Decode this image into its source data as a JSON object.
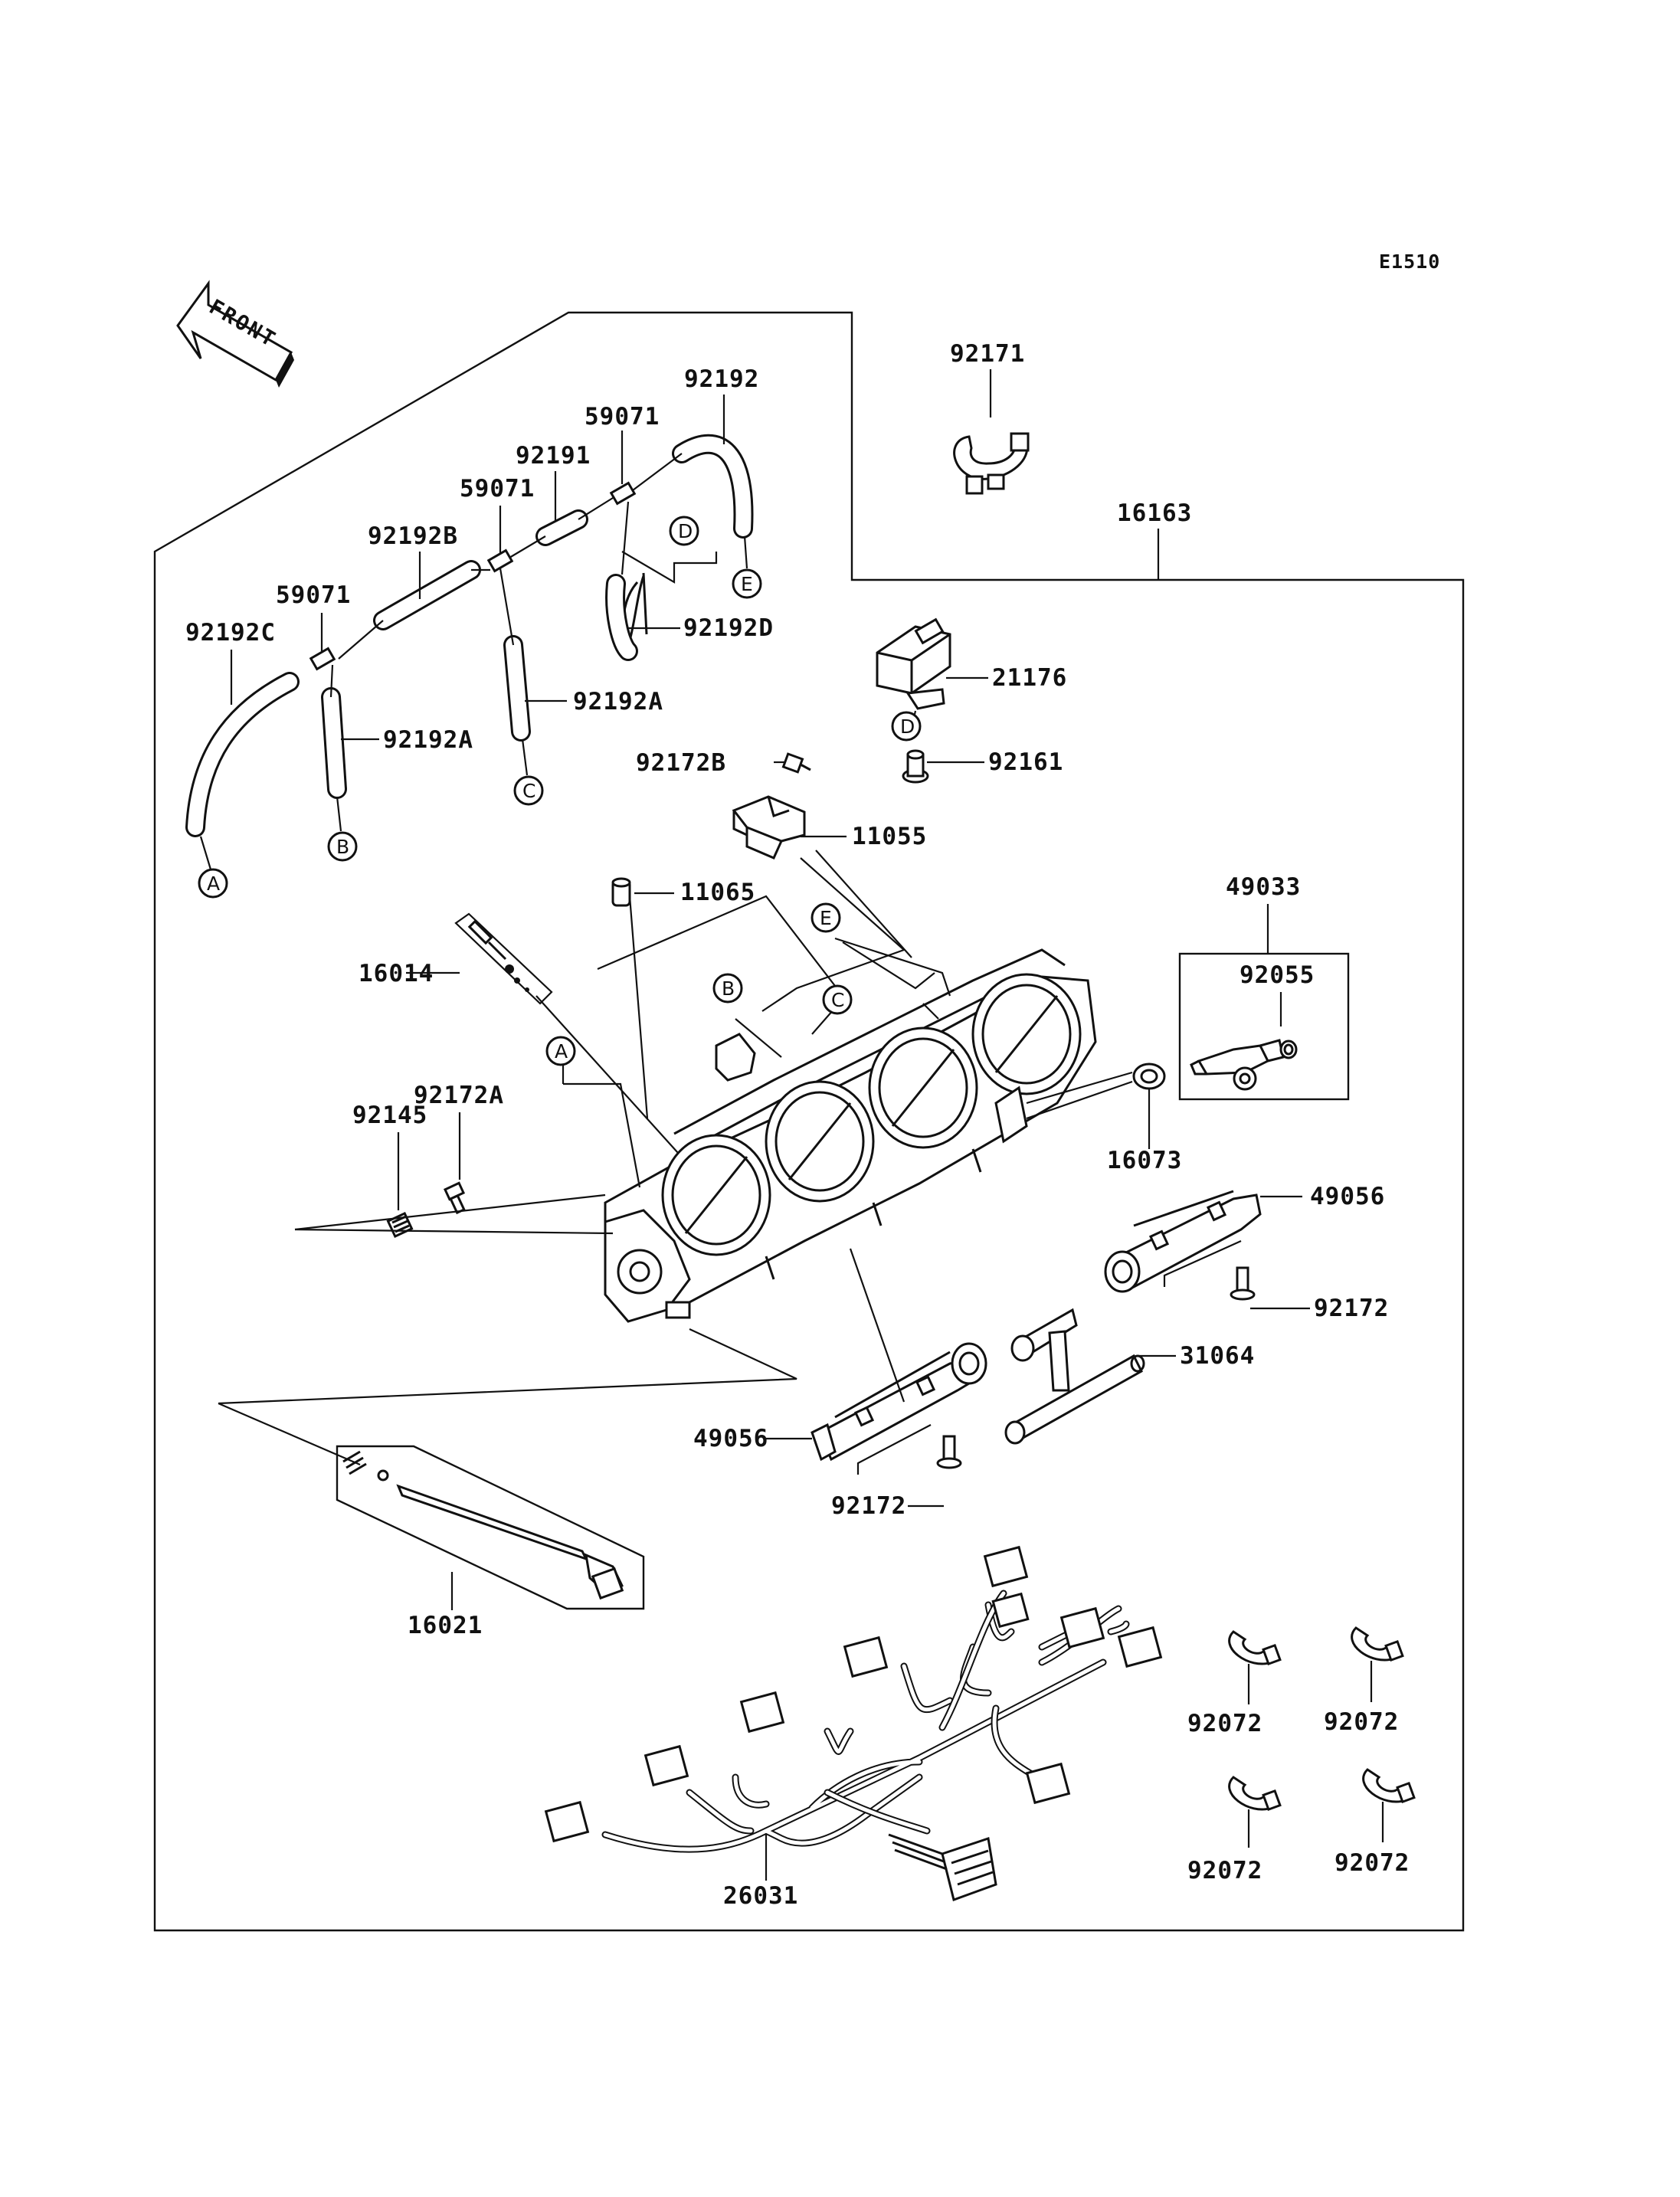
{
  "diagram_code": "E1510",
  "front_label": "FRONT",
  "parts": {
    "p92192_top": "92192",
    "p59071_a": "59071",
    "p92191": "92191",
    "p59071_b": "59071",
    "p92192B": "92192B",
    "p59071_c": "59071",
    "p92192C": "92192C",
    "p92192A_left": "92192A",
    "p92192A_mid": "92192A",
    "p92192D": "92192D",
    "p92171": "92171",
    "p16163": "16163",
    "p21176": "21176",
    "p92161": "92161",
    "p92172B": "92172B",
    "p11055": "11055",
    "p11065": "11065",
    "p16014": "16014",
    "p49033": "49033",
    "p92055": "92055",
    "p16073": "16073",
    "p92172A": "92172A",
    "p92145": "92145",
    "p49056_right": "49056",
    "p92172_right": "92172",
    "p31064": "31064",
    "p49056_left": "49056",
    "p92172_left": "92172",
    "p16021": "16021",
    "p26031": "26031",
    "p92072_a": "92072",
    "p92072_b": "92072",
    "p92072_c": "92072",
    "p92072_d": "92072"
  },
  "connectors": {
    "A1": "A",
    "B1": "B",
    "C1": "C",
    "D1": "D",
    "E1": "E",
    "A2": "A",
    "B2": "B",
    "C2": "C",
    "D2": "D",
    "E2": "E"
  }
}
